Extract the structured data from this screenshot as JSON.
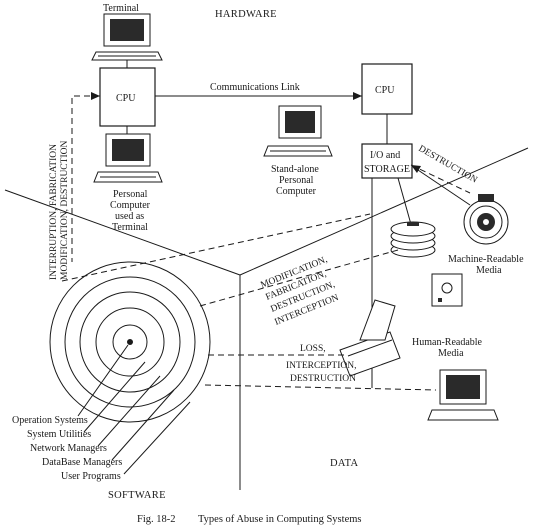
{
  "sections": {
    "hardware": "HARDWARE",
    "software": "SOFTWARE",
    "data": "DATA"
  },
  "devices": {
    "terminal": "Terminal",
    "cpu_main": "CPU",
    "cpu_remote": "CPU",
    "communications_link": "Communications Link",
    "pc_terminal": [
      "Personal",
      "Computer",
      "used as",
      "Terminal"
    ],
    "standalone_pc": [
      "Stand-alone",
      "Personal",
      "Computer"
    ],
    "io_storage": [
      "I/O and",
      "STORAGE"
    ],
    "machine_media": [
      "Machine-Readable",
      "Media"
    ],
    "human_media": [
      "Human-Readable",
      "Media"
    ]
  },
  "threats": {
    "hardware_vertical": [
      "INTERRUPTION, FABRICATION",
      "MODIFICATION, DESTRUCTION"
    ],
    "destruction_diag": "DESTRUCTION",
    "data_mod": [
      "MODIFICATION,",
      "FABRICATION,",
      "DESTRUCTION,",
      "INTERCEPTION"
    ],
    "data_loss": [
      "LOSS,",
      "INTERCEPTION,",
      "DESTRUCTION"
    ]
  },
  "software_layers": [
    "Operation Systems",
    "System Utilities",
    "Network Managers",
    "DataBase Managers",
    "User Programs"
  ],
  "caption": {
    "label": "Fig. 18-2",
    "text": "Types of Abuse in Computing Systems"
  },
  "icons": [
    "terminal-icon",
    "personal-computer-icon",
    "disk-pack-icon",
    "tape-reel-icon",
    "floppy-disk-icon",
    "document-printout-icon",
    "monitor-icon"
  ]
}
